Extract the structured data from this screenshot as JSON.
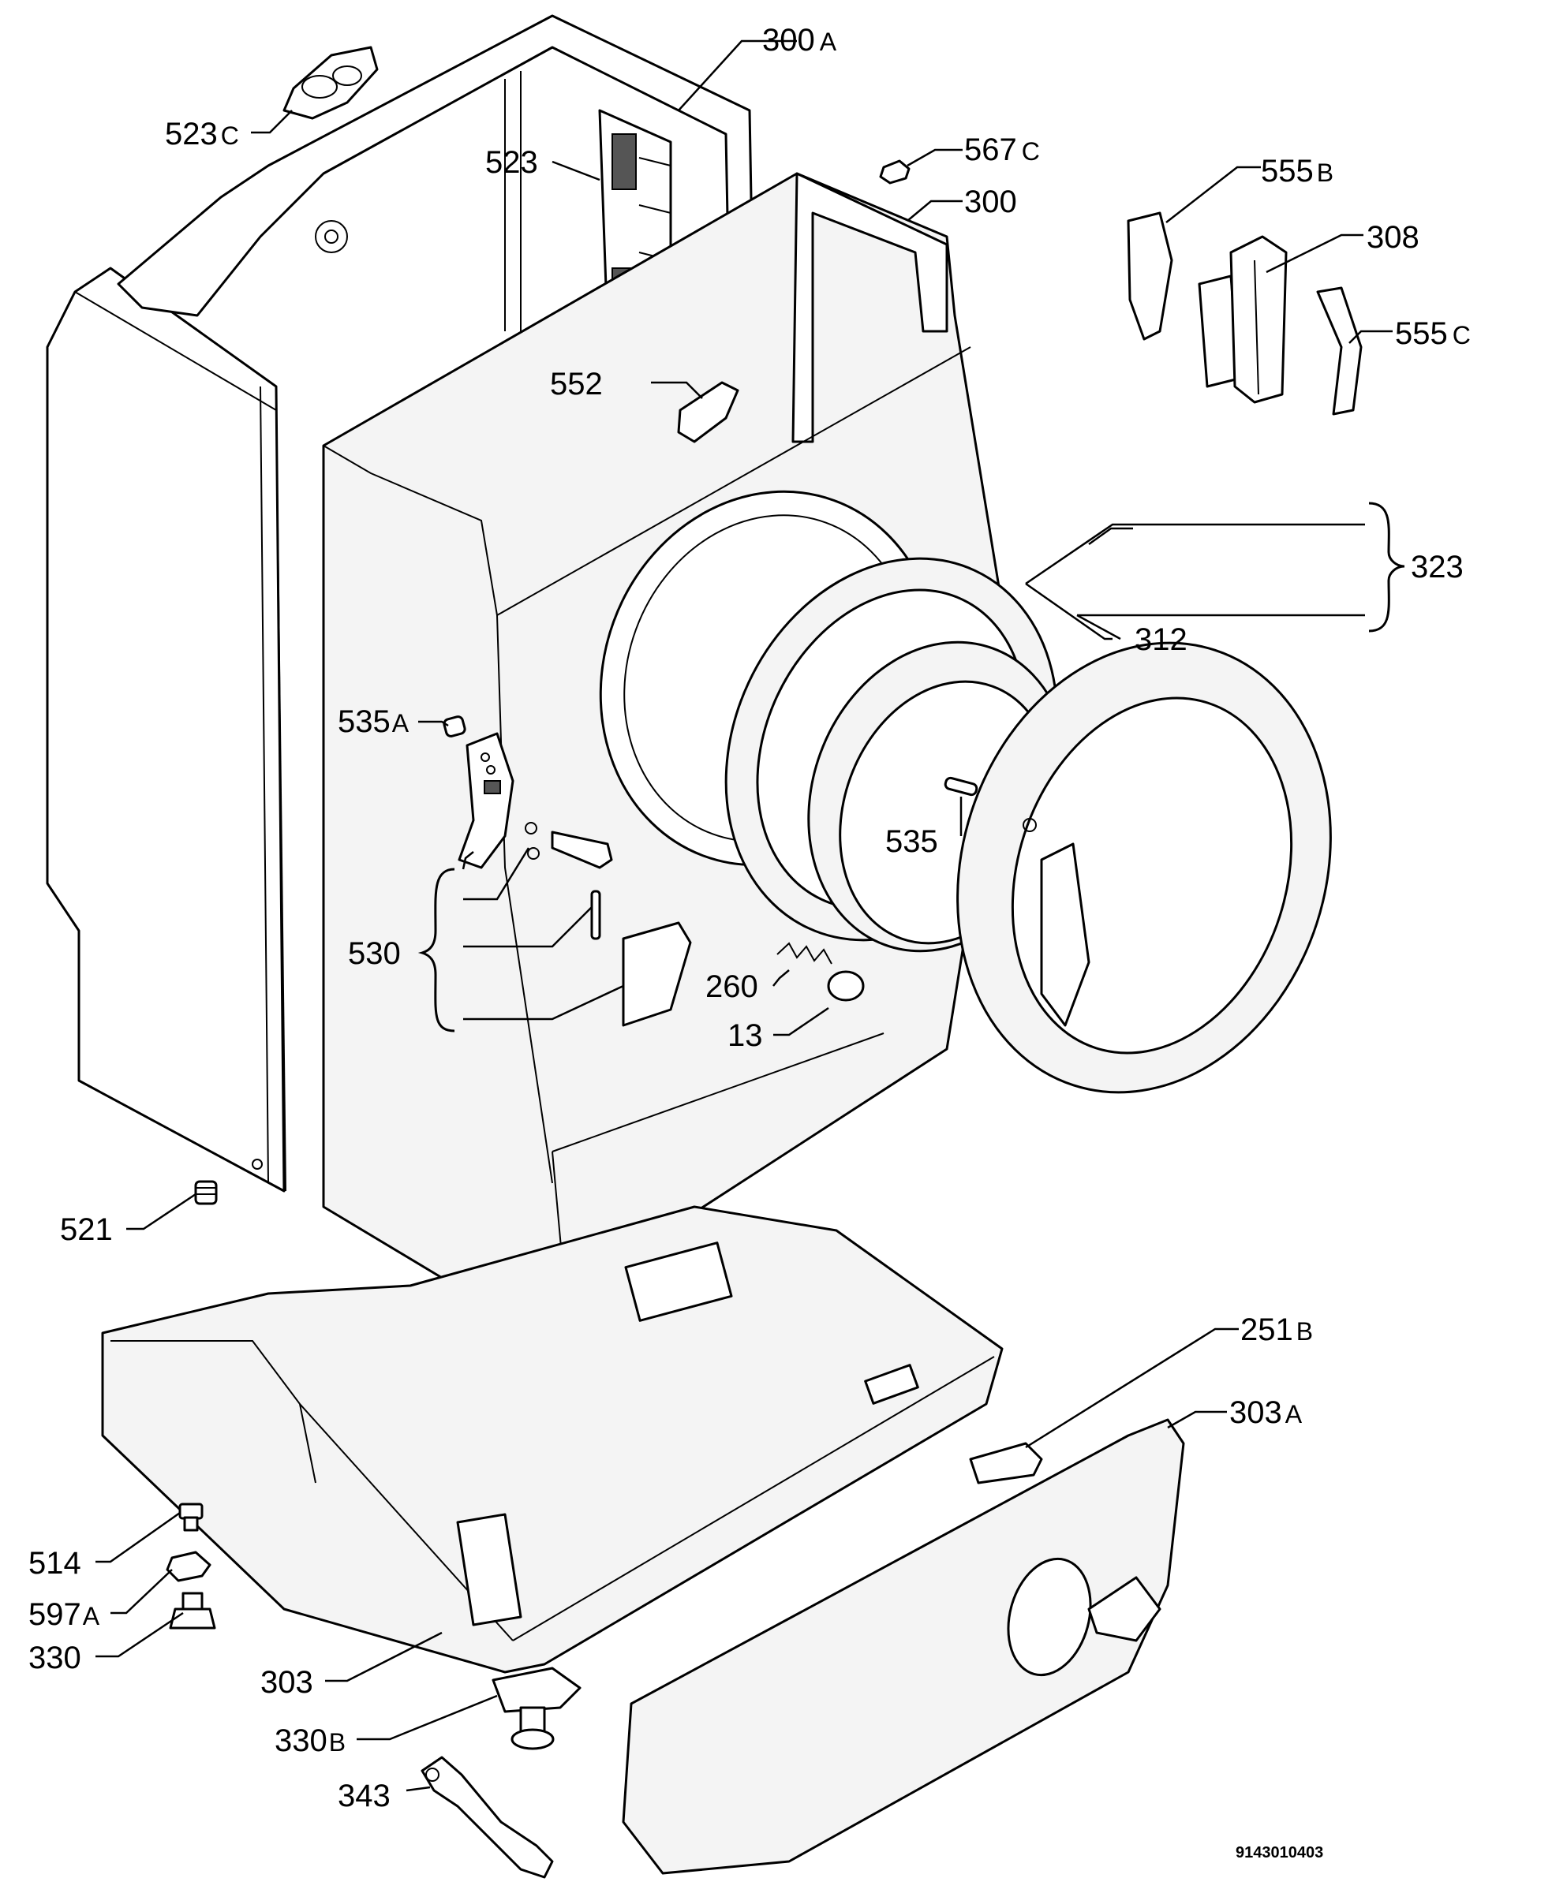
{
  "drawing_code": "9143010403",
  "labels": {
    "l300a": {
      "num": "300",
      "suffix": "A"
    },
    "l523c": {
      "num": "523",
      "suffix": "C"
    },
    "l523": {
      "num": "523",
      "suffix": ""
    },
    "l567c": {
      "num": "567",
      "suffix": "C"
    },
    "l300": {
      "num": "300",
      "suffix": ""
    },
    "l555b": {
      "num": "555",
      "suffix": "B"
    },
    "l308": {
      "num": "308",
      "suffix": ""
    },
    "l555c": {
      "num": "555",
      "suffix": "C"
    },
    "l552": {
      "num": "552",
      "suffix": ""
    },
    "l323": {
      "num": "323",
      "suffix": ""
    },
    "l312": {
      "num": "312",
      "suffix": ""
    },
    "l535a": {
      "num": "535",
      "suffix": "A"
    },
    "l535": {
      "num": "535",
      "suffix": ""
    },
    "l530": {
      "num": "530",
      "suffix": ""
    },
    "l260": {
      "num": "260",
      "suffix": ""
    },
    "l13": {
      "num": "13",
      "suffix": ""
    },
    "l521": {
      "num": "521",
      "suffix": ""
    },
    "l251b": {
      "num": "251",
      "suffix": "B"
    },
    "l303a": {
      "num": "303",
      "suffix": "A"
    },
    "l514": {
      "num": "514",
      "suffix": ""
    },
    "l597a": {
      "num": "597",
      "suffix": "A"
    },
    "l330": {
      "num": "330",
      "suffix": ""
    },
    "l303": {
      "num": "303",
      "suffix": ""
    },
    "l330b": {
      "num": "330",
      "suffix": "B"
    },
    "l343": {
      "num": "343",
      "suffix": ""
    }
  }
}
